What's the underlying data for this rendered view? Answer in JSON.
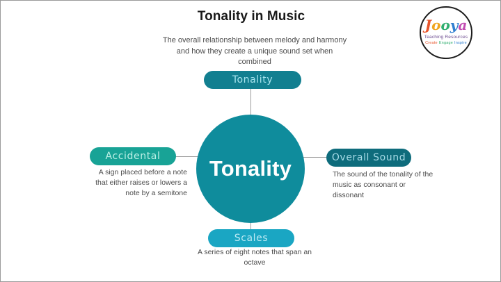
{
  "title": "Tonality in Music",
  "subtitle": "The overall relationship between melody and harmony and how they create a unique sound set when combined",
  "logo": {
    "word": "Jooya",
    "tagline": "Teaching Resources",
    "tagline2_a": "Create",
    "tagline2_b": "Engage",
    "tagline2_c": "Inspire"
  },
  "center": {
    "label": "Tonality",
    "color": "#0f8c9c"
  },
  "nodes": {
    "top": {
      "label": "Tonality",
      "color": "#127f90",
      "text_color": "#a9e5ef",
      "description": ""
    },
    "left": {
      "label": "Accidental",
      "color": "#18a396",
      "text_color": "#bdf0e6",
      "description": "A sign placed before a note that either raises or lowers a note by a semitone"
    },
    "right": {
      "label": "Overall Sound",
      "color": "#0e6c7c",
      "text_color": "#a6dae6",
      "description": "The sound of the tonality of the music as consonant or dissonant"
    },
    "bottom": {
      "label": "Scales",
      "color": "#1aa6c3",
      "text_color": "#bdeaf4",
      "description": "A series of eight notes that span an octave"
    }
  },
  "connector_color": "#9b9b9b",
  "border_color": "#9a9a9a"
}
